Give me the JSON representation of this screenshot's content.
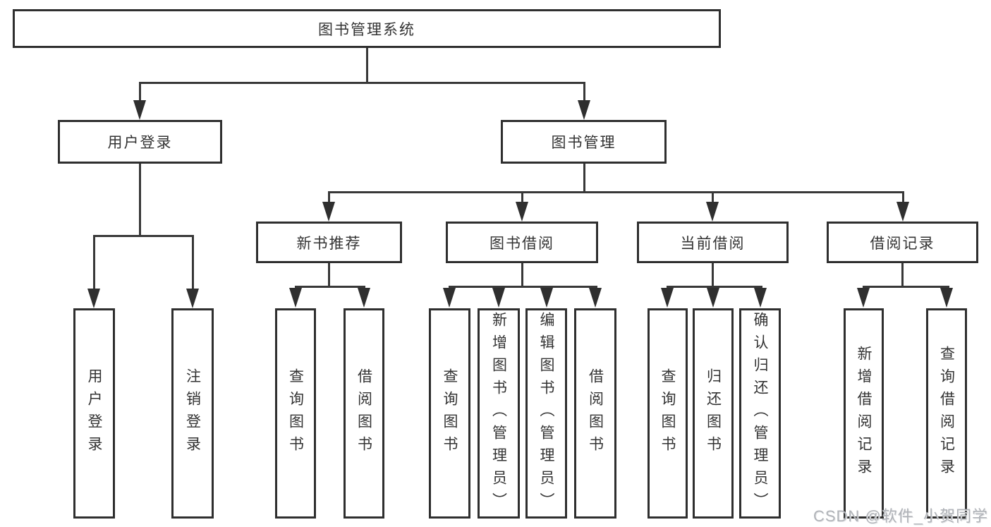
{
  "colors": {
    "line": "#383838",
    "box_border": "#2f2f2f",
    "text": "#333333",
    "background": "#ffffff",
    "watermark": "#b0b3b8"
  },
  "tree": {
    "label": "图书管理系统",
    "children": [
      {
        "label": "用户登录",
        "children": [
          {
            "label": "用户登录"
          },
          {
            "label": "注销登录"
          }
        ]
      },
      {
        "label": "图书管理",
        "children": [
          {
            "label": "新书推荐",
            "children": [
              {
                "label": "查询图书"
              },
              {
                "label": "借阅图书"
              }
            ]
          },
          {
            "label": "图书借阅",
            "children": [
              {
                "label": "查询图书"
              },
              {
                "label": "新增图书（管理员）"
              },
              {
                "label": "编辑图书（管理员）"
              },
              {
                "label": "借阅图书"
              }
            ]
          },
          {
            "label": "当前借阅",
            "children": [
              {
                "label": "查询图书"
              },
              {
                "label": "归还图书"
              },
              {
                "label": "确认归还（管理员）"
              }
            ]
          },
          {
            "label": "借阅记录",
            "children": [
              {
                "label": "新增借阅记录"
              },
              {
                "label": "查询借阅记录"
              }
            ]
          }
        ]
      }
    ]
  },
  "watermark": {
    "text": "CSDN @软件_小贺同学"
  }
}
